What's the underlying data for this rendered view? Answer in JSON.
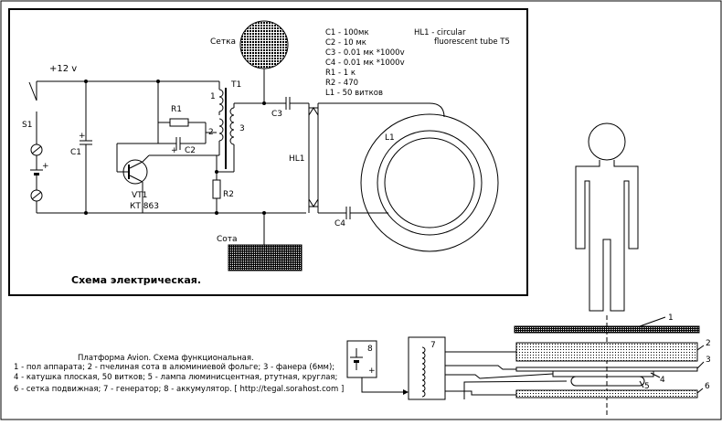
{
  "schematic": {
    "title": "Схема электрическая.",
    "voltage": "+12 v",
    "mesh_label": "Сетка",
    "honeycomb_label": "Сота",
    "labels": {
      "s1": "S1",
      "c1": "C1",
      "plus1": "+",
      "t1": "T1",
      "w1": "1",
      "w2": "2",
      "w3": "3",
      "r1": "R1",
      "c2": "C2",
      "plus2": "+",
      "vt1": "VT1",
      "vt1_type": "КТ 863",
      "r2": "R2",
      "c3": "C3",
      "c4": "C4",
      "hl1": "HL1",
      "l1": "L1",
      "bat_plus": "+"
    },
    "components": [
      "C1 - 100мк",
      "C2 - 10 мк",
      "C3 - 0.01 мк *1000v",
      "C4 - 0.01 мк *1000v",
      "R1 - 1 к",
      "R2 - 470",
      "L1 - 50 витков"
    ],
    "hl1_note": [
      "HL1 - circular",
      "fluorescent tube T5"
    ]
  },
  "functional": {
    "title": "Платформа Avion. Схема  функциональная.",
    "legend": [
      "1 - пол аппарата; 2 - пчелиная сота в алюминиевой фольге; 3 - фанера (6мм);",
      "4 - катушка плоская, 50 витков; 5 - лампа люминисцентная, ртутная, круглая;",
      "6 - сетка подвижная; 7 - генератор; 8 - аккумулятор.   [  http://tegal.sorahost.com  ]"
    ],
    "callouts": [
      "1",
      "2",
      "3",
      "4",
      "5",
      "6",
      "7",
      "8"
    ],
    "battery_plus": "+"
  },
  "colors": {
    "line": "#000000",
    "background": "#ffffff"
  }
}
